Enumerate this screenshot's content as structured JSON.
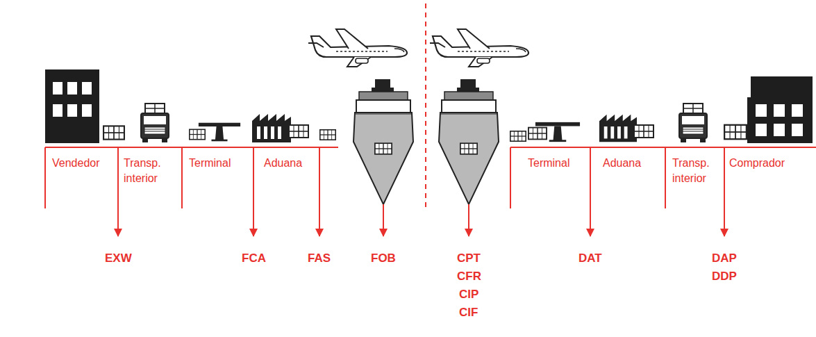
{
  "diagram": {
    "labels": [
      "Vendedor",
      "Transp. interior",
      "Terminal",
      "Aduana",
      "Terminal",
      "Aduana",
      "Transp. interior",
      "Comprador",
      "EXW",
      "FCA",
      "FAS",
      "FOB",
      "CPT",
      "CFR",
      "CIP",
      "CIF",
      "DAT",
      "DAP",
      "DDP"
    ]
  }
}
